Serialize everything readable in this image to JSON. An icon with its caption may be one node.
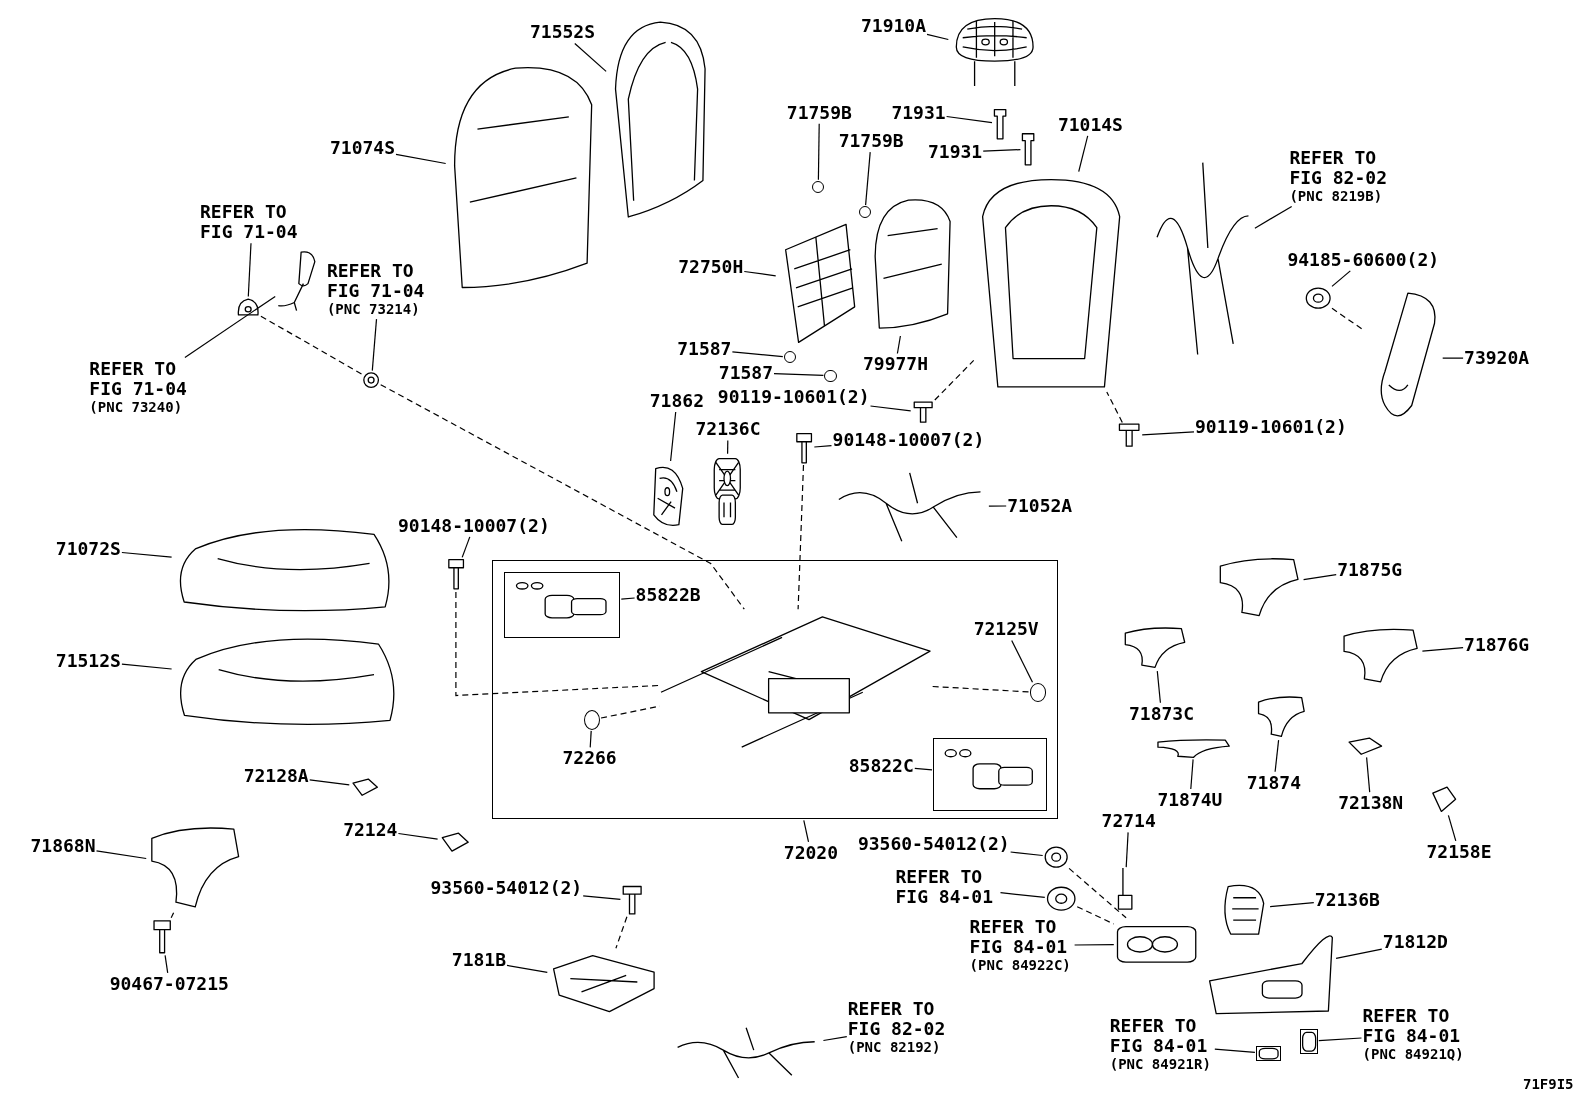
{
  "diagram": {
    "nodes": [
      {
        "text": [
          "71552S"
        ]
      },
      {
        "text": [],
        "shape": "picture"
      },
      {
        "text": [
          "71074S"
        ]
      },
      {
        "text": [],
        "shape": "picture"
      },
      {
        "text": [
          "71910A"
        ]
      },
      {
        "text": [],
        "shape": "picture"
      },
      {
        "text": [
          "71931"
        ]
      },
      {
        "text": [],
        "shape": "picture"
      },
      {
        "text": [
          "71931"
        ]
      },
      {
        "text": [],
        "shape": "picture"
      },
      {
        "text": [
          "71759B"
        ]
      },
      {
        "text": [],
        "shape": "circle"
      },
      {
        "text": [
          "71759B"
        ]
      },
      {
        "text": [],
        "shape": "circle"
      },
      {
        "text": [
          "71014S"
        ]
      },
      {
        "text": [],
        "shape": "picture"
      },
      {
        "text": [
          "REFER TO FIG 82-02",
          "(PNC 8219B)"
        ]
      },
      {
        "text": [],
        "shape": "picture"
      },
      {
        "text": [
          "94185-60600(2)"
        ]
      },
      {
        "text": [],
        "shape": "picture"
      },
      {
        "text": [
          "73920A"
        ]
      },
      {
        "text": [],
        "shape": "picture"
      },
      {
        "text": [
          "REFER TO FIG 71-04"
        ]
      },
      {
        "text": [],
        "shape": "picture"
      },
      {
        "text": [
          "REFER TO FIG 71-04",
          "(PNC 73214)"
        ]
      },
      {
        "text": [],
        "shape": "picture"
      },
      {
        "text": [
          "REFER TO FIG 71-04",
          "(PNC 73240)"
        ]
      },
      {
        "text": [],
        "shape": "picture"
      },
      {
        "text": [
          "72750H"
        ]
      },
      {
        "text": [],
        "shape": "picture"
      },
      {
        "text": [
          "79977H"
        ]
      },
      {
        "text": [],
        "shape": "picture"
      },
      {
        "text": [
          "71587"
        ]
      },
      {
        "text": [],
        "shape": "circle"
      },
      {
        "text": [
          "71587"
        ]
      },
      {
        "text": [],
        "shape": "circle"
      },
      {
        "text": [
          "90119-10601(2)"
        ]
      },
      {
        "text": [],
        "shape": "picture"
      },
      {
        "text": [
          "90119-10601(2)"
        ]
      },
      {
        "text": [],
        "shape": "picture"
      },
      {
        "text": [
          "71862"
        ]
      },
      {
        "text": [],
        "shape": "picture"
      },
      {
        "text": [
          "72136C"
        ]
      },
      {
        "text": [],
        "shape": "picture"
      },
      {
        "text": [
          "90148-10007(2)"
        ]
      },
      {
        "text": [],
        "shape": "picture"
      },
      {
        "text": [
          "71052A"
        ]
      },
      {
        "text": [],
        "shape": "picture"
      },
      {
        "text": [
          "90148-10007(2)"
        ]
      },
      {
        "text": [],
        "shape": "picture"
      },
      {
        "text": [
          "71072S"
        ]
      },
      {
        "text": [],
        "shape": "picture"
      },
      {
        "text": [
          "71512S"
        ]
      },
      {
        "text": [],
        "shape": "picture"
      },
      {
        "text": [],
        "shape": "box"
      },
      {
        "text": [],
        "shape": "picture",
        "in": 54
      },
      {
        "text": [
          "85822B"
        ],
        "in": 54
      },
      {
        "text": [],
        "shape": "box",
        "in": 54
      },
      {
        "text": [
          "72125V"
        ],
        "in": 54
      },
      {
        "text": [],
        "shape": "circle",
        "in": 54
      },
      {
        "text": [
          "72266"
        ],
        "in": 54
      },
      {
        "text": [],
        "shape": "circle",
        "in": 54
      },
      {
        "text": [
          "85822C"
        ],
        "in": 54
      },
      {
        "text": [],
        "shape": "box",
        "in": 54
      },
      {
        "text": [
          "72020"
        ]
      },
      {
        "text": [
          "72128A"
        ]
      },
      {
        "text": [],
        "shape": "picture"
      },
      {
        "text": [
          "72124"
        ]
      },
      {
        "text": [],
        "shape": "picture"
      },
      {
        "text": [
          "71868N"
        ]
      },
      {
        "text": [],
        "shape": "picture"
      },
      {
        "text": [
          "90467-07215"
        ]
      },
      {
        "text": [],
        "shape": "picture"
      },
      {
        "text": [
          "93560-54012(2)"
        ]
      },
      {
        "text": [],
        "shape": "picture"
      },
      {
        "text": [
          "7181B"
        ]
      },
      {
        "text": [],
        "shape": "picture"
      },
      {
        "text": [
          "REFER TO FIG 82-02",
          "(PNC 82192)"
        ]
      },
      {
        "text": [],
        "shape": "picture"
      },
      {
        "text": [
          "93560-54012(2)"
        ]
      },
      {
        "text": [],
        "shape": "picture"
      },
      {
        "text": [
          "72714"
        ]
      },
      {
        "text": [],
        "shape": "picture"
      },
      {
        "text": [
          "REFER TO FIG 84-01"
        ]
      },
      {
        "text": [],
        "shape": "picture"
      },
      {
        "text": [
          "REFER TO FIG 84-01",
          "(PNC 84922C)"
        ]
      },
      {
        "text": [],
        "shape": "picture"
      },
      {
        "text": [
          "72136B"
        ]
      },
      {
        "text": [],
        "shape": "picture"
      },
      {
        "text": [
          "71812D"
        ]
      },
      {
        "text": [],
        "shape": "picture"
      },
      {
        "text": [
          "REFER TO FIG 84-01",
          "(PNC 84921R)"
        ]
      },
      {
        "text": [],
        "shape": "box"
      },
      {
        "text": [
          "REFER TO FIG 84-01",
          "(PNC 84921Q)"
        ]
      },
      {
        "text": [],
        "shape": "box"
      },
      {
        "text": [
          "71875G"
        ]
      },
      {
        "text": [],
        "shape": "picture"
      },
      {
        "text": [
          "71876G"
        ]
      },
      {
        "text": [],
        "shape": "picture"
      },
      {
        "text": [
          "71873C"
        ]
      },
      {
        "text": [],
        "shape": "picture"
      },
      {
        "text": [
          "71874U"
        ]
      },
      {
        "text": [],
        "shape": "picture"
      },
      {
        "text": [
          "71874"
        ]
      },
      {
        "text": [],
        "shape": "picture"
      },
      {
        "text": [
          "72138N"
        ]
      },
      {
        "text": [],
        "shape": "picture"
      },
      {
        "text": [
          "72158E"
        ]
      },
      {
        "text": [],
        "shape": "picture"
      }
    ],
    "edges": [
      {
        "from": 0,
        "to": 1,
        "arrow": "none"
      },
      {
        "from": 2,
        "to": 3,
        "arrow": "none"
      },
      {
        "from": 4,
        "to": 5,
        "arrow": "none"
      },
      {
        "from": 6,
        "to": 7,
        "arrow": "none"
      },
      {
        "from": 8,
        "to": 9,
        "arrow": "none"
      },
      {
        "from": 10,
        "to": 11,
        "arrow": "none"
      },
      {
        "from": 12,
        "to": 13,
        "arrow": "none"
      },
      {
        "from": 14,
        "to": 15,
        "arrow": "none"
      },
      {
        "from": 16,
        "to": 17,
        "arrow": "none"
      },
      {
        "from": 18,
        "to": 19,
        "arrow": "none"
      },
      {
        "from": 20,
        "to": 21,
        "arrow": "none"
      },
      {
        "from": 22,
        "to": 23,
        "arrow": "none"
      },
      {
        "from": 24,
        "to": 25,
        "arrow": "none"
      },
      {
        "from": 26,
        "to": 27,
        "arrow": "none"
      },
      {
        "from": 28,
        "to": 29,
        "arrow": "none"
      },
      {
        "from": 30,
        "to": 31,
        "arrow": "none"
      },
      {
        "from": 32,
        "to": 33,
        "arrow": "none"
      },
      {
        "from": 34,
        "to": 35,
        "arrow": "none"
      },
      {
        "from": 36,
        "to": 37,
        "arrow": "none"
      },
      {
        "from": 38,
        "to": 39,
        "arrow": "none"
      },
      {
        "from": 40,
        "to": 41,
        "arrow": "none"
      },
      {
        "from": 42,
        "to": 43,
        "arrow": "none"
      },
      {
        "from": 44,
        "to": 45,
        "arrow": "none"
      },
      {
        "from": 46,
        "to": 47,
        "arrow": "none"
      },
      {
        "from": 48,
        "to": 49,
        "arrow": "none"
      },
      {
        "from": 50,
        "to": 51,
        "arrow": "none"
      },
      {
        "from": 52,
        "to": 53,
        "arrow": "none"
      },
      {
        "from": 56,
        "to": 57,
        "arrow": "none"
      },
      {
        "from": 58,
        "to": 59,
        "arrow": "none"
      },
      {
        "from": 60,
        "to": 61,
        "arrow": "none"
      },
      {
        "from": 62,
        "to": 63,
        "arrow": "none"
      },
      {
        "from": 64,
        "to": 54,
        "arrow": "none"
      },
      {
        "from": 65,
        "to": 66,
        "arrow": "none"
      },
      {
        "from": 67,
        "to": 68,
        "arrow": "none"
      },
      {
        "from": 69,
        "to": 70,
        "arrow": "none"
      },
      {
        "from": 71,
        "to": 72,
        "arrow": "none"
      },
      {
        "from": 73,
        "to": 74,
        "arrow": "none"
      },
      {
        "from": 75,
        "to": 76,
        "arrow": "none"
      },
      {
        "from": 77,
        "to": 78,
        "arrow": "none"
      },
      {
        "from": 79,
        "to": 80,
        "arrow": "none"
      },
      {
        "from": 81,
        "to": 82,
        "arrow": "none"
      },
      {
        "from": 83,
        "to": 84,
        "arrow": "none"
      },
      {
        "from": 85,
        "to": 86,
        "arrow": "none"
      },
      {
        "from": 87,
        "to": 88,
        "arrow": "none"
      },
      {
        "from": 89,
        "to": 90,
        "arrow": "none"
      },
      {
        "from": 91,
        "to": 92,
        "arrow": "none"
      },
      {
        "from": 93,
        "to": 94,
        "arrow": "none"
      },
      {
        "from": 95,
        "to": 96,
        "arrow": "none"
      },
      {
        "from": 97,
        "to": 98,
        "arrow": "none"
      },
      {
        "from": 99,
        "to": 100,
        "arrow": "none"
      },
      {
        "from": 101,
        "to": 102,
        "arrow": "none"
      },
      {
        "from": 103,
        "to": 104,
        "arrow": "none"
      },
      {
        "from": 105,
        "to": 106,
        "arrow": "none"
      },
      {
        "from": 107,
        "to": 108,
        "arrow": "none"
      },
      {
        "from": 19,
        "to": 21,
        "arrow": "none",
        "style": "dashed"
      },
      {
        "from": 39,
        "to": 15,
        "arrow": "none",
        "style": "dashed"
      },
      {
        "from": 37,
        "to": 15,
        "arrow": "none",
        "style": "dashed"
      },
      {
        "from": 23,
        "to": 25,
        "arrow": "none",
        "style": "dashed"
      },
      {
        "from": 25,
        "to": 55,
        "arrow": "none",
        "style": "dashed"
      },
      {
        "from": 49,
        "to": 55,
        "arrow": "none",
        "style": "dashed"
      },
      {
        "from": 45,
        "to": 55,
        "arrow": "none",
        "style": "dashed"
      },
      {
        "from": 59,
        "to": 55,
        "arrow": "none",
        "style": "dashed"
      },
      {
        "from": 61,
        "to": 55,
        "arrow": "none",
        "style": "dashed"
      },
      {
        "from": 70,
        "to": 72,
        "arrow": "none",
        "style": "dashed"
      },
      {
        "from": 74,
        "to": 76,
        "arrow": "none",
        "style": "dashed"
      },
      {
        "from": 80,
        "to": 86,
        "arrow": "none",
        "style": "dashed"
      },
      {
        "from": 84,
        "to": 86,
        "arrow": "none",
        "style": "dashed"
      }
    ],
    "labels": [
      "71F9I5"
    ]
  }
}
